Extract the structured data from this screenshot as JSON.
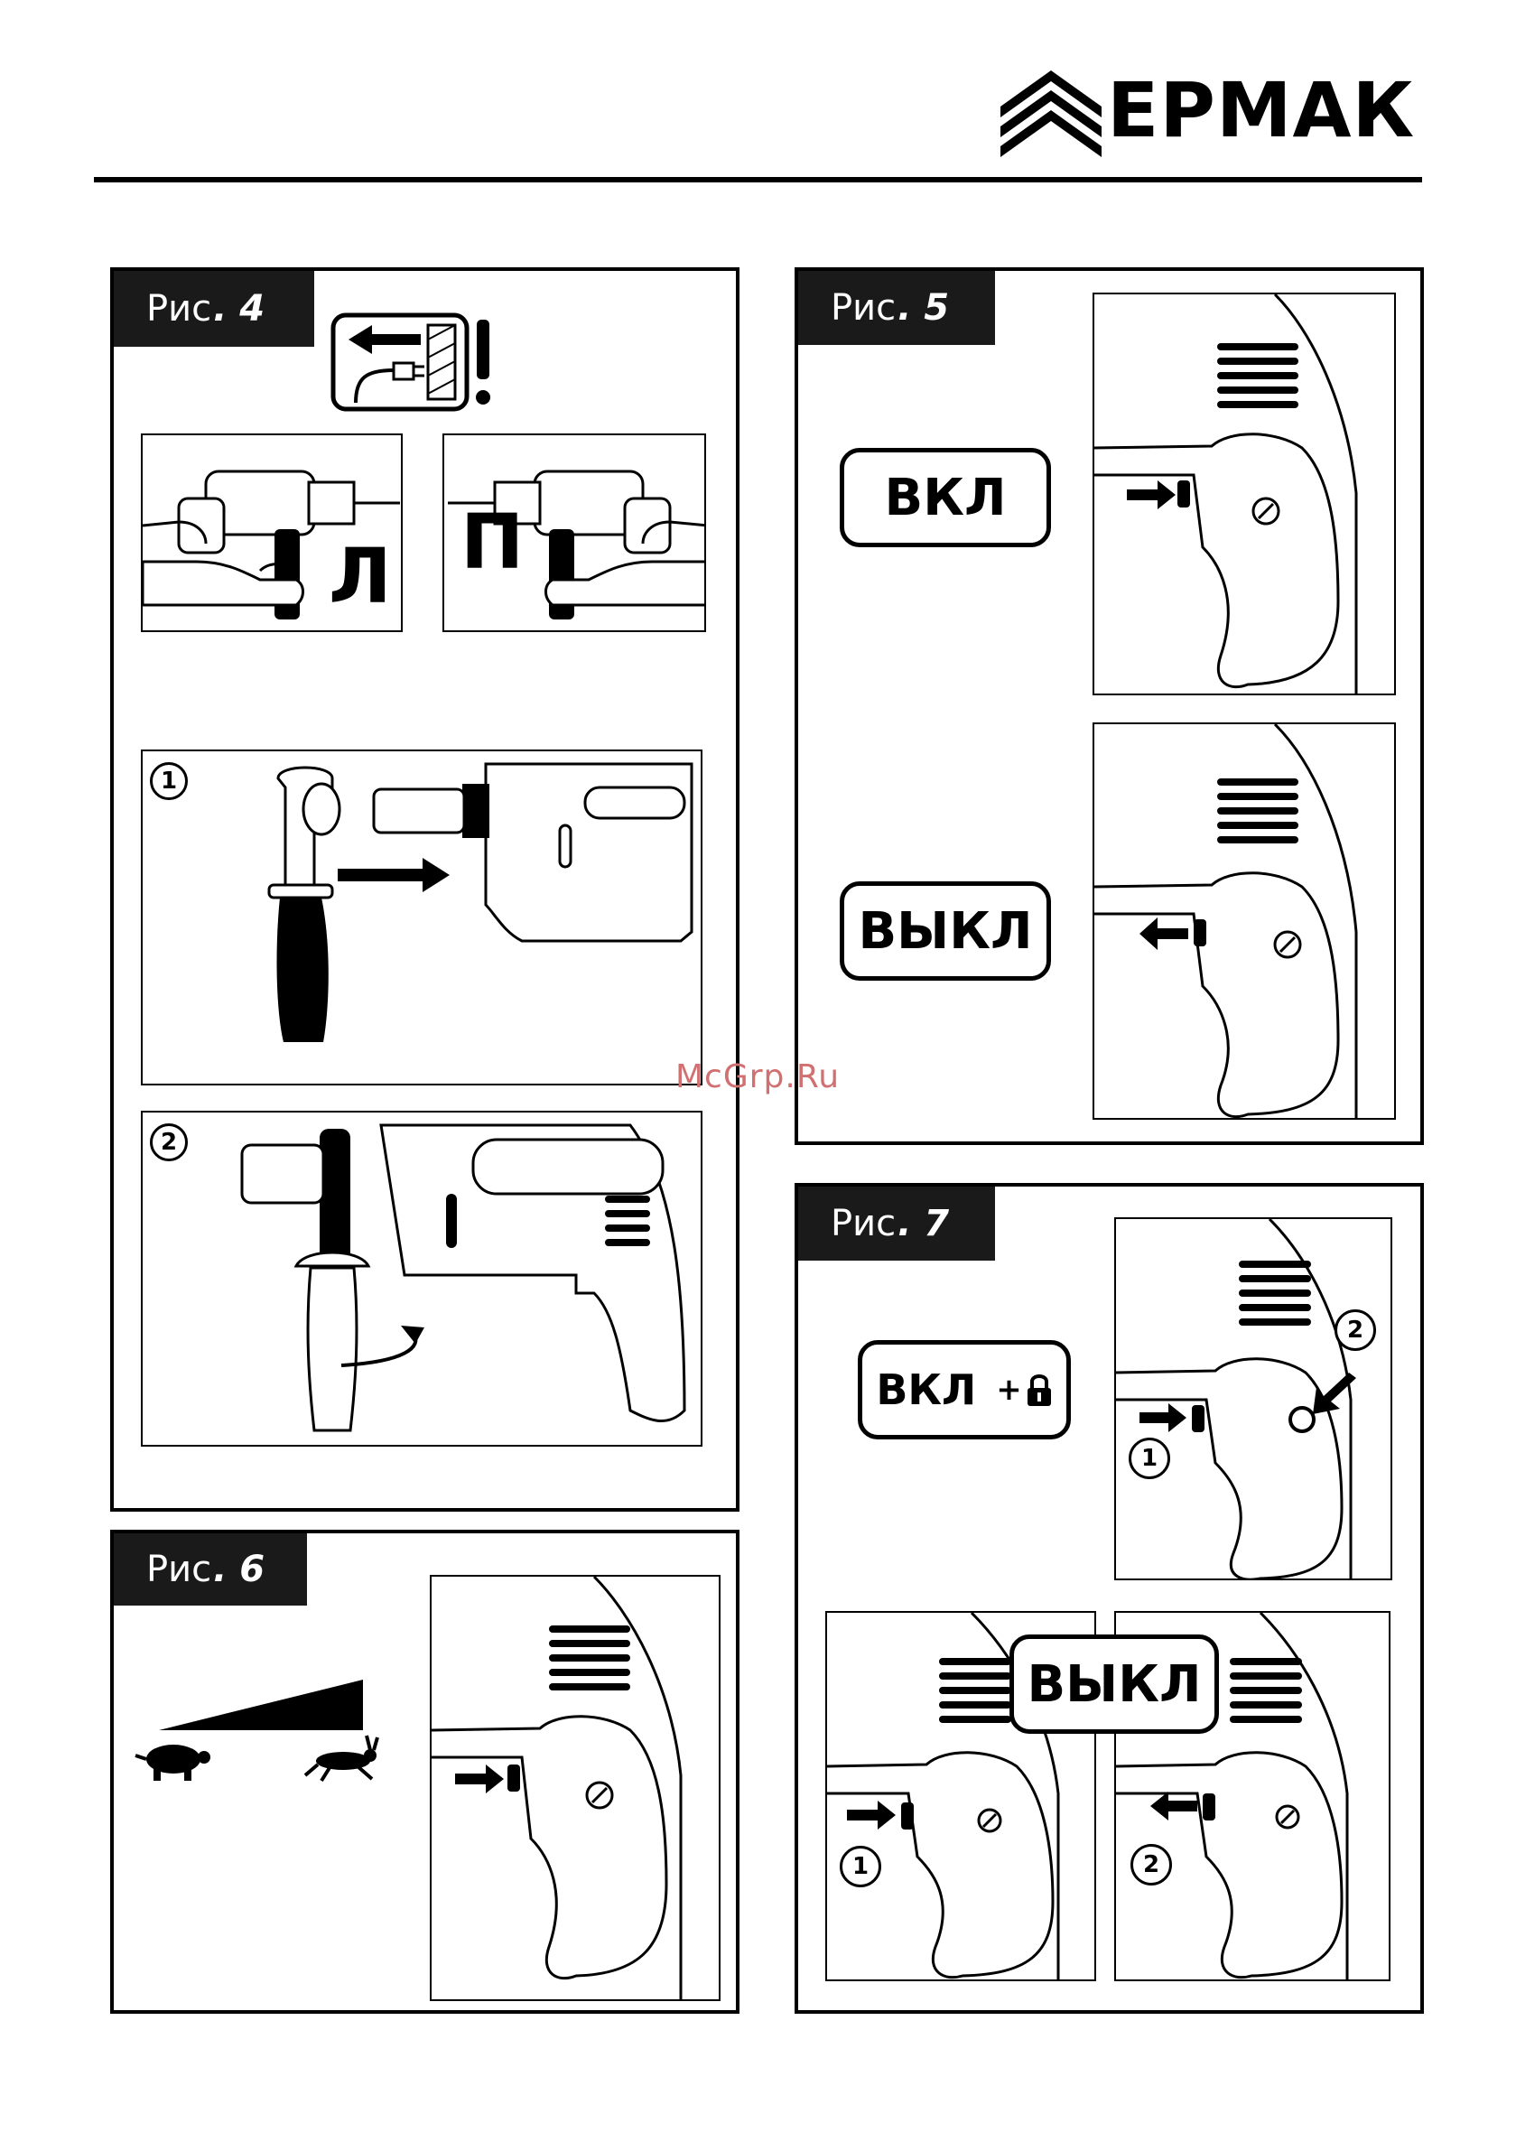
{
  "brand": {
    "logo_text": "ЕРМАК"
  },
  "figures": {
    "fig4": {
      "prefix": "Рис",
      "number": ". 4",
      "left_letter": "Л",
      "right_letter": "П",
      "step1": "1",
      "step2": "2"
    },
    "fig5": {
      "prefix": "Рис",
      "number": ". 5",
      "on_label": "ВКЛ",
      "off_label": "ВЫКЛ"
    },
    "fig6": {
      "prefix": "Рис",
      "number": ". 6"
    },
    "fig7": {
      "prefix": "Рис",
      "number": ". 7",
      "on_label": "ВКЛ",
      "plus": "+",
      "off_label": "ВЫКЛ",
      "n1": "1",
      "n2": "2",
      "n1b": "1",
      "n2b": "2"
    }
  },
  "watermark": "McGrp.Ru"
}
